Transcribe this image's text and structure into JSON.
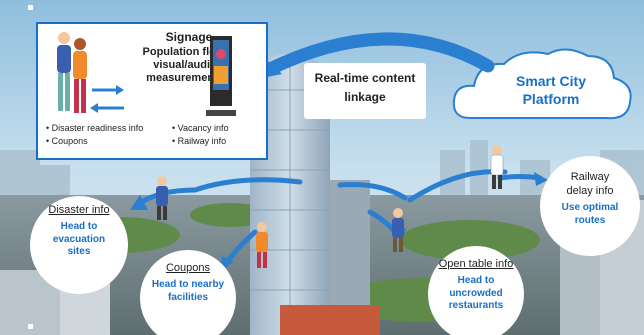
{
  "signage": {
    "title": "Signage",
    "description": "Population flow/\nvisual/audio\nmeasurements",
    "bullets_left": [
      "Disaster readiness info",
      "Coupons"
    ],
    "bullets_right": [
      "Vacancy info",
      "Railway info"
    ],
    "screen_icon": "digital-signage-icon",
    "people_icon": "person-icon"
  },
  "linkage": {
    "label": "Real-time content\nlinkage"
  },
  "platform": {
    "label": "Smart City\nPlatform"
  },
  "destinations": [
    {
      "title": "Disaster info",
      "action": "Head to\nevacuation\nsites"
    },
    {
      "title": "Coupons",
      "action": "Head to nearby\nfacilities"
    },
    {
      "title": "Open table info",
      "action": "Head to\nuncrowded\nrestaurants"
    },
    {
      "title": "Railway\ndelay info",
      "action": "Use optimal\nroutes"
    }
  ],
  "colors": {
    "accent": "#1a6fc4",
    "arrow": "#2a7fd0",
    "person_blue": "#3a5fb0",
    "person_orange": "#f08a2a",
    "person_red": "#c0334a",
    "sky": "#b9d7ea"
  }
}
